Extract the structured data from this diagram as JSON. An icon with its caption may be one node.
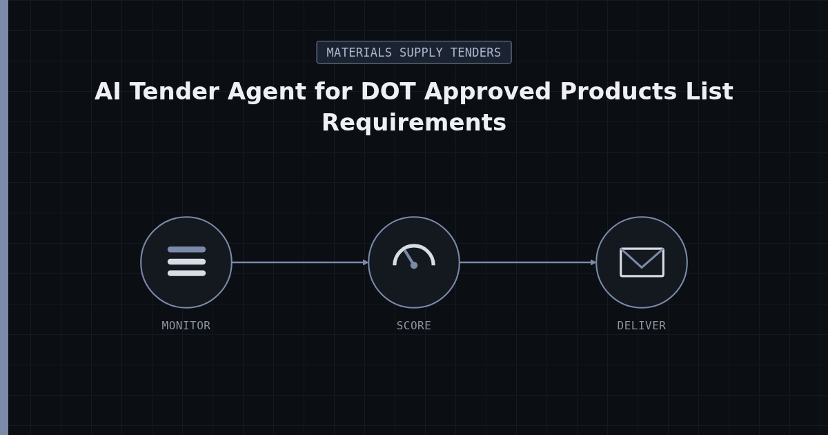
{
  "diagram": {
    "title": "AI Tender Agent for DOT Approved Products List Requirements",
    "nodes": [
      {
        "text": [],
        "shape": "circle",
        "beside": [
          "MONITOR"
        ]
      },
      {
        "text": [],
        "shape": "circle",
        "beside": [
          "SCORE"
        ]
      },
      {
        "text": [],
        "shape": "circle",
        "beside": [
          "DELIVER"
        ]
      }
    ],
    "edges": [
      {
        "from": 0,
        "to": 1,
        "arrow": "to"
      },
      {
        "from": 1,
        "to": 2,
        "arrow": "to"
      }
    ],
    "labels": [
      "MATERIALS SUPPLY TENDERS"
    ]
  }
}
